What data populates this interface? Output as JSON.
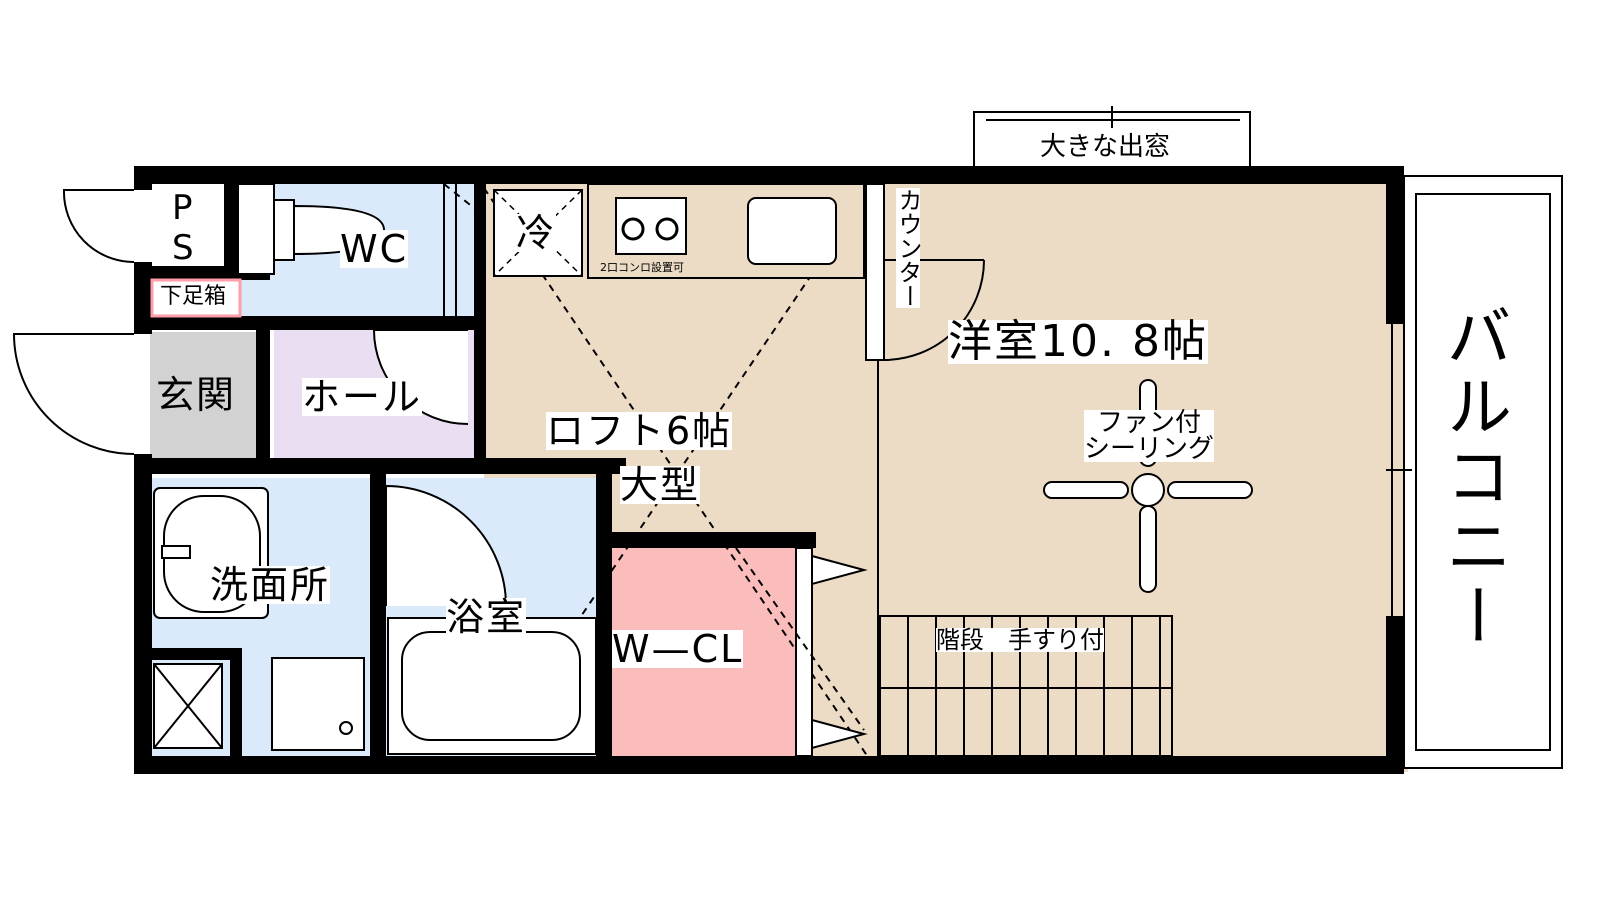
{
  "rooms": {
    "ps": "PS",
    "wc": "WC",
    "shoe_box": "下足箱",
    "entrance": "玄関",
    "hall": "ホール",
    "washroom": "洗面所",
    "bath": "浴室",
    "loft": "ロフト6帖",
    "loft_size": "大型",
    "wcl": "W—CL",
    "western_room": "洋室10. 8帖",
    "balcony": "バルコニー",
    "window": "大きな出窓",
    "counter": "カウンター",
    "stove": "2口コンロ設置可",
    "fridge": "冷",
    "ceiling_fan": "ファン付\nシーリング",
    "stairs": "階段　手すり付"
  },
  "colors": {
    "wet_area": "#dbeafb",
    "hall": "#eadff2",
    "entrance": "#d2d2d2",
    "main_floor": "#ecdcc5",
    "closet": "#fbbcbc",
    "wall": "#000000"
  }
}
